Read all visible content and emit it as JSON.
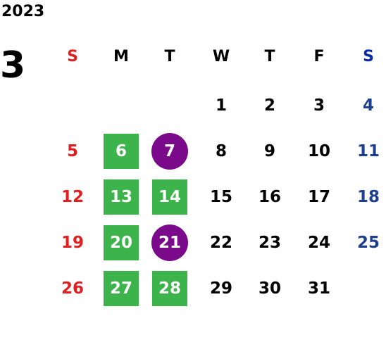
{
  "year": "2023",
  "month": "3",
  "weekdays": [
    "S",
    "M",
    "T",
    "W",
    "T",
    "F",
    "S"
  ],
  "colors": {
    "sunday": "#e02020",
    "saturday": "#0a2aa8",
    "saturday_date": "#1f3f8f",
    "weekday": "#000000",
    "highlight_square": "#3cb44b",
    "highlight_circle": "#7a0a8a"
  },
  "weeks": [
    [
      null,
      null,
      null,
      "1",
      "2",
      "3",
      "4"
    ],
    [
      "5",
      "6",
      "7",
      "8",
      "9",
      "10",
      "11"
    ],
    [
      "12",
      "13",
      "14",
      "15",
      "16",
      "17",
      "18"
    ],
    [
      "19",
      "20",
      "21",
      "22",
      "23",
      "24",
      "25"
    ],
    [
      "26",
      "27",
      "28",
      "29",
      "30",
      "31",
      null
    ]
  ],
  "highlights": {
    "6": "square",
    "7": "circle",
    "13": "square",
    "14": "square",
    "20": "square",
    "21": "circle",
    "27": "square",
    "28": "square"
  }
}
